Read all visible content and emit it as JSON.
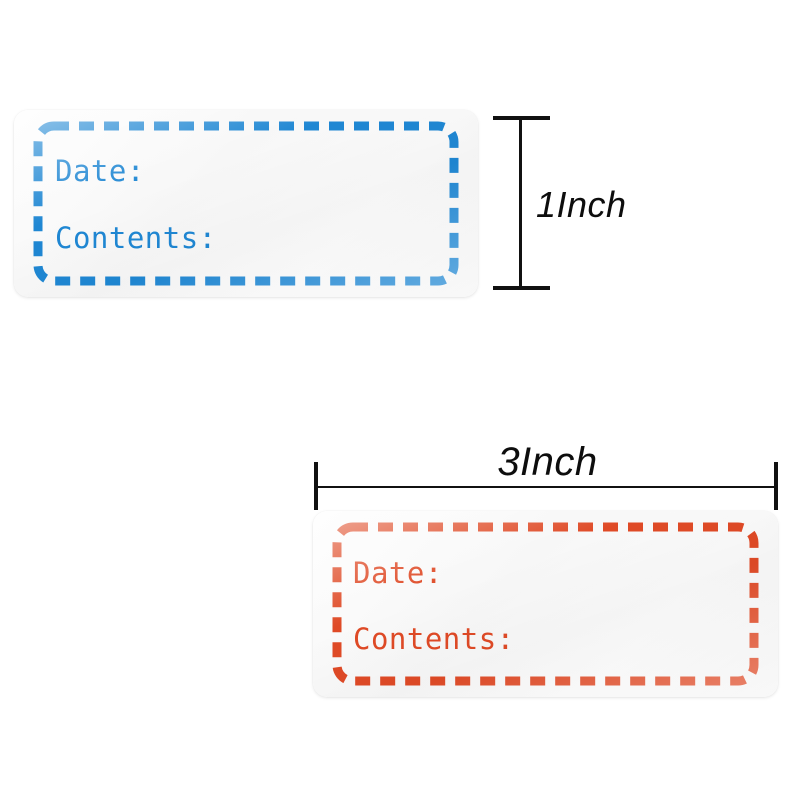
{
  "scene": {
    "background_color": "#ffffff",
    "description": "Two blank sticker labels with dashed borders and printed field prompts, annotated with size dimensions"
  },
  "colors": {
    "blue_accent": "#1f87d3",
    "red_accent": "#df4a26",
    "dimension_line": "#111111",
    "sticker_face": "#f8f8f8"
  },
  "labels": [
    {
      "id": "blue-label",
      "accent_color": "#1f87d3",
      "border_style": "dashed",
      "fields": {
        "date": "Date:",
        "contents": "Contents:"
      }
    },
    {
      "id": "red-label",
      "accent_color": "#df4a26",
      "border_style": "dashed",
      "fields": {
        "date": "Date:",
        "contents": "Contents:"
      }
    }
  ],
  "dimensions": {
    "height": {
      "text": "1Inch",
      "orientation": "vertical",
      "measures": "blue-label-height"
    },
    "width": {
      "text": "3Inch",
      "orientation": "horizontal",
      "measures": "red-label-width"
    }
  }
}
